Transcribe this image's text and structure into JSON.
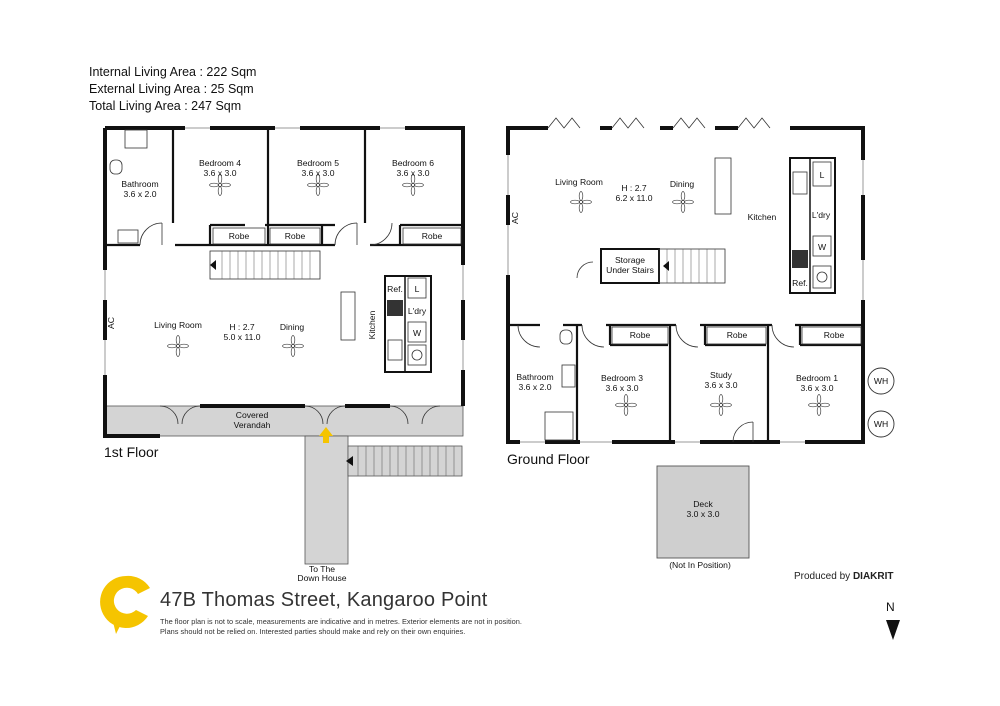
{
  "stats": {
    "internal": "Internal Living Area : 222 Sqm",
    "external": "External Living Area : 25 Sqm",
    "total": "Total Living Area : 247 Sqm"
  },
  "floors": {
    "first": "1st Floor",
    "ground": "Ground Floor"
  },
  "first_floor": {
    "bathroom": "Bathroom",
    "bathroom_dim": "3.6 x 2.0",
    "bed4": "Bedroom 4",
    "bed4_dim": "3.6 x 3.0",
    "bed5": "Bedroom 5",
    "bed5_dim": "3.6 x 3.0",
    "bed6": "Bedroom 6",
    "bed6_dim": "3.6 x 3.0",
    "robe": "Robe",
    "living": "Living Room",
    "height": "H : 2.7",
    "living_dim": "5.0 x 11.0",
    "dining": "Dining",
    "kitchen": "Kitchen",
    "ref": "Ref.",
    "l": "L",
    "ldry": "L'dry",
    "w": "W",
    "ac": "AC",
    "covered": "Covered",
    "verandah": "Verandah",
    "to_the": "To The",
    "down_house": "Down House"
  },
  "ground_floor": {
    "living": "Living Room",
    "height": "H : 2.7",
    "living_dim": "6.2 x 11.0",
    "dining": "Dining",
    "kitchen": "Kitchen",
    "storage1": "Storage",
    "storage2": "Under Stairs",
    "ref": "Ref.",
    "l": "L",
    "ldry": "L'dry",
    "w": "W",
    "ac": "AC",
    "bathroom": "Bathroom",
    "bathroom_dim": "3.6 x 2.0",
    "bed3": "Bedroom 3",
    "bed3_dim": "3.6 x 3.0",
    "study": "Study",
    "study_dim": "3.6 x 3.0",
    "bed1": "Bedroom 1",
    "bed1_dim": "3.6 x 3.0",
    "robe": "Robe",
    "wh": "WH",
    "deck": "Deck",
    "deck_dim": "3.0 x 3.0",
    "not_in_position": "(Not In Position)"
  },
  "footer": {
    "address": "47B Thomas Street, Kangaroo Point",
    "disclaimer1": "The floor plan is not to scale, measurements are indicative and in metres. Exterior elements are not in position.",
    "disclaimer2": "Plans should not be relied on. Interested parties should make and rely on their own enquiries.",
    "produced_by": "Produced by",
    "brand": "DIAKRIT",
    "north": "N"
  },
  "colors": {
    "wall": "#111111",
    "verandah": "#d4d4d4",
    "deck": "#cfcfcf",
    "logo": "#f5c400"
  }
}
